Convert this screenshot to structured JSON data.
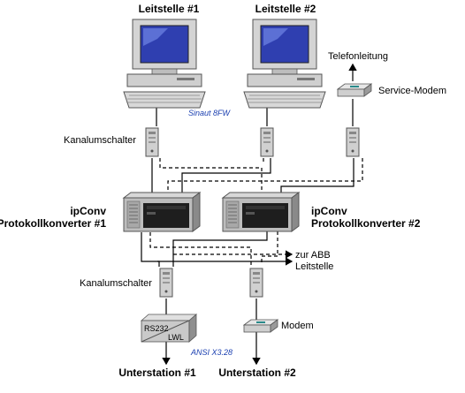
{
  "labels": {
    "station1": "Leitstelle #1",
    "station2": "Leitstelle #2",
    "telefon": "Telefonleitung",
    "service_modem": "Service-Modem",
    "sinaut": "Sinaut 8FW",
    "kanal_top": "Kanalumschalter",
    "conv1_line1": "ipConv",
    "conv1_line2": "Protokollkonverter #1",
    "conv2_line1": "ipConv",
    "conv2_line2": "Protokollkonverter #2",
    "abb_line1": "zur ABB",
    "abb_line2": "Leitstelle",
    "kanal_bottom": "Kanalumschalter",
    "modem": "Modem",
    "rs232": "RS232",
    "lwl": "LWL",
    "ansi": "ANSI X3.28",
    "unter1": "Unterstation #1",
    "unter2": "Unterstation #2"
  },
  "colors": {
    "monitor_screen": "#2f3fb0",
    "device_gray": "#c8c8c8",
    "converter_body": "#bdbdbd",
    "converter_panel": "#1e1e1e",
    "italic_text": "#1a3fb0"
  },
  "icons": {
    "workstation": "computer-workstation-icon",
    "switch_box": "channel-switch-icon",
    "modem": "modem-icon",
    "converter": "rack-computer-icon",
    "media_converter": "rs232-lwl-converter-icon"
  }
}
